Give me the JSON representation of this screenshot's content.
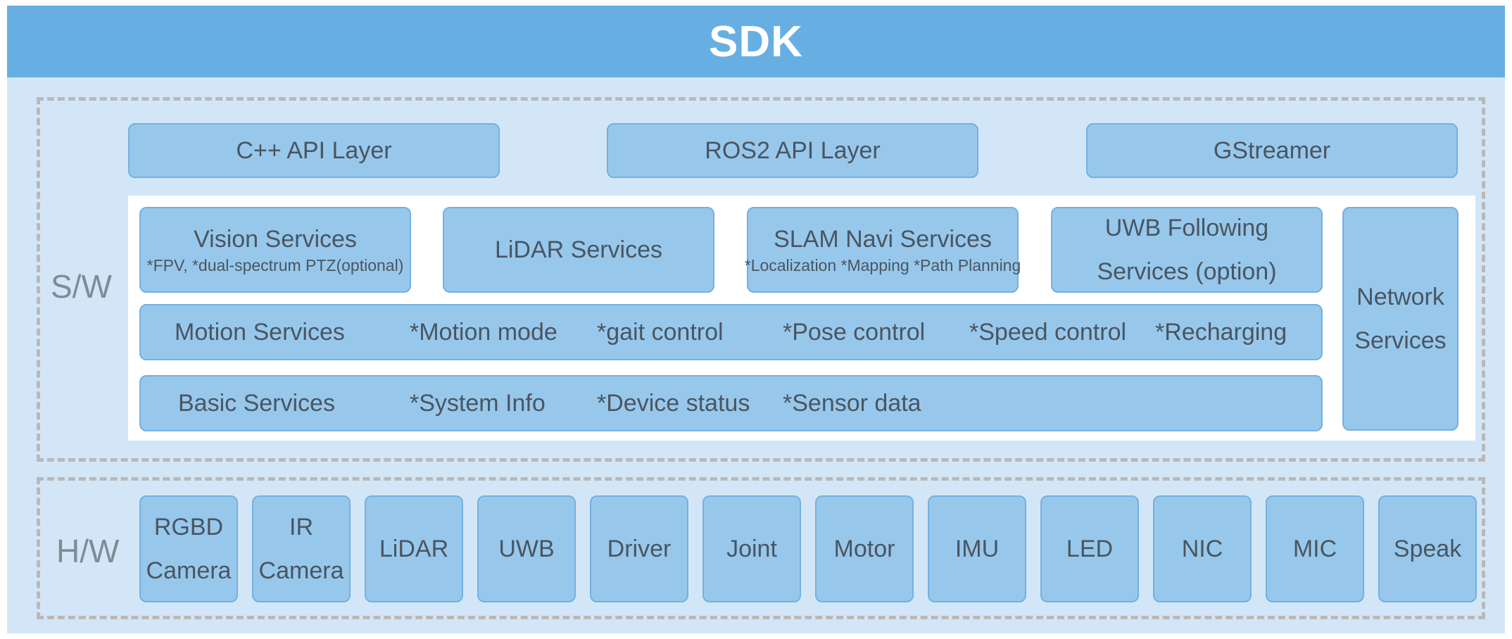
{
  "title": "SDK",
  "sw_label": "S/W",
  "hw_label": "H/W",
  "api_layers": [
    "C++ API Layer",
    "ROS2 API Layer",
    "GStreamer"
  ],
  "services": {
    "vision": {
      "title": "Vision Services",
      "detail": "*FPV, *dual-spectrum PTZ(optional)"
    },
    "lidar": {
      "title": "LiDAR Services"
    },
    "slam": {
      "title": "SLAM Navi Services",
      "detail": "*Localization  *Mapping  *Path Planning"
    },
    "uwb": {
      "line1": "UWB Following",
      "line2": "Services (option)"
    },
    "network": {
      "line1": "Network",
      "line2": "Services"
    },
    "motion": {
      "title": "Motion Services",
      "items": [
        "*Motion mode",
        "*gait control",
        "*Pose control",
        "*Speed control",
        "*Recharging"
      ]
    },
    "basic": {
      "title": "Basic Services",
      "items": [
        "*System Info",
        "*Device status",
        "*Sensor data"
      ]
    }
  },
  "hardware": [
    {
      "line1": "RGBD",
      "line2": "Camera"
    },
    {
      "line1": "IR",
      "line2": "Camera"
    },
    {
      "line1": "LiDAR"
    },
    {
      "line1": "UWB"
    },
    {
      "line1": "Driver"
    },
    {
      "line1": "Joint"
    },
    {
      "line1": "Motor"
    },
    {
      "line1": "IMU"
    },
    {
      "line1": "LED"
    },
    {
      "line1": "NIC"
    },
    {
      "line1": "MIC"
    },
    {
      "line1": "Speak"
    }
  ]
}
